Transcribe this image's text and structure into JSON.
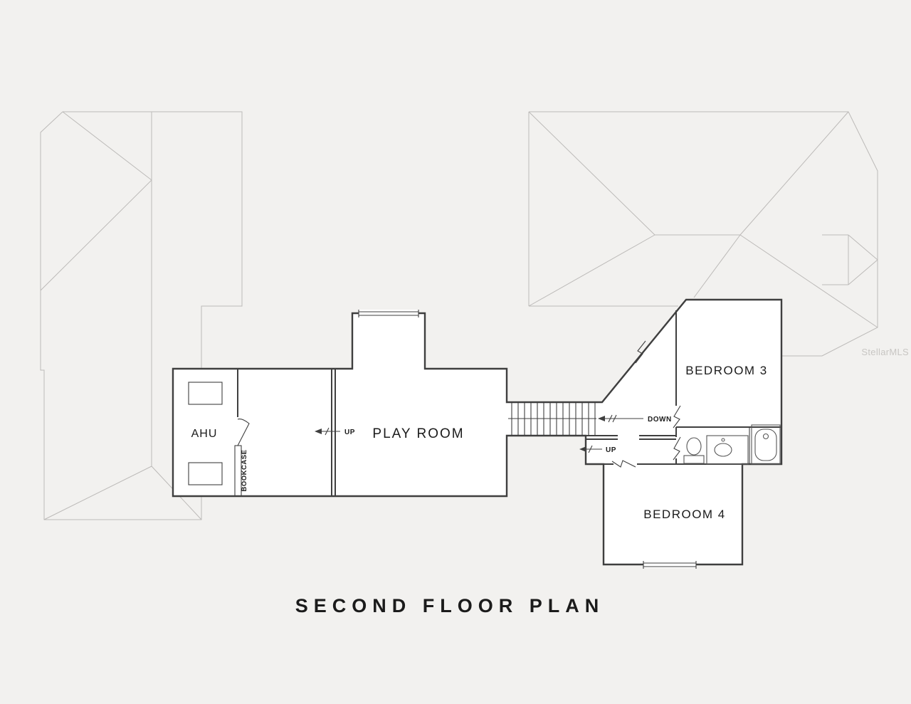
{
  "title": "SECOND FLOOR PLAN",
  "watermark": "StellarMLS",
  "labels": {
    "ahu": "AHU",
    "play_room": "PLAY ROOM",
    "bedroom_3": "BEDROOM 3",
    "bedroom_4": "BEDROOM 4",
    "bookcase": "BOOKCASE",
    "up_playroom": "UP",
    "up_hall": "UP",
    "down": "DOWN"
  },
  "colors": {
    "background": "#f2f1ef",
    "plan_fill": "#ffffff",
    "wall_line": "#3f3f3f",
    "roof_line": "#bcbab8",
    "label_text": "#1b1b1b",
    "watermark_text": "#c8c6c3"
  }
}
